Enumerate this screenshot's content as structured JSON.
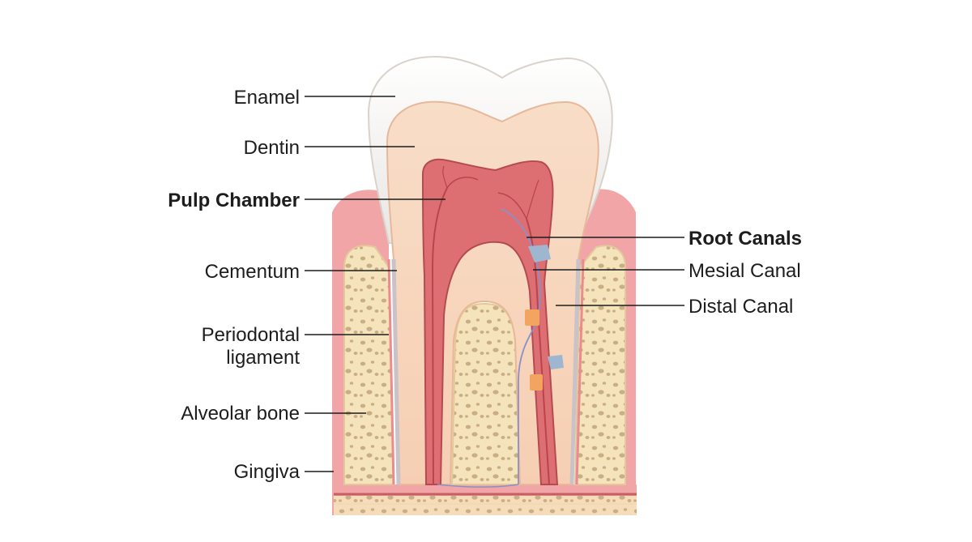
{
  "labels": {
    "enamel": "Enamel",
    "dentin": "Dentin",
    "pulp_chamber": "Pulp Chamber",
    "cementum": "Cementum",
    "periodontal_line1": "Periodontal",
    "periodontal_line2": "ligament",
    "alveolar_bone": "Alveolar bone",
    "gingiva": "Gingiva",
    "root_canals": "Root Canals",
    "mesial_canal": "Mesial Canal",
    "distal_canal": "Distal Canal"
  },
  "colors": {
    "enamel": "#f3f1ee",
    "dentin": "#f7d6bd",
    "pulp": "#dd6f73",
    "gum": "#f2a5a6",
    "bone": "#f5e3bb",
    "bone_pore": "#c9ae84",
    "nerve": "#8c8fc7",
    "accent_orange": "#f3a460",
    "accent_blue": "#9eb6d0"
  }
}
